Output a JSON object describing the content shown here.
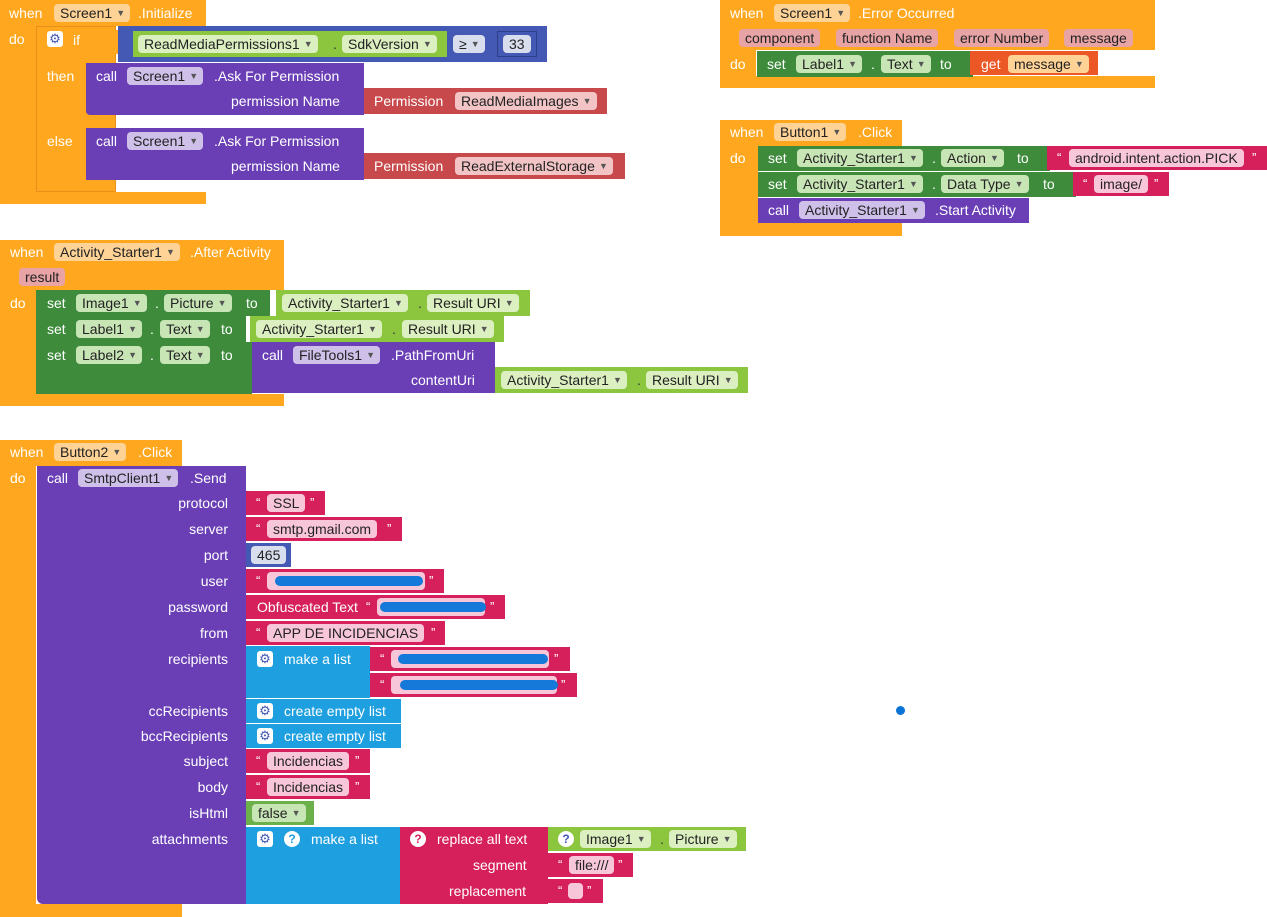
{
  "kw": {
    "when": "when",
    "do": "do",
    "if": "if",
    "then": "then",
    "else": "else",
    "call": "call",
    "set": "set",
    "to": "to",
    "get": "get",
    "result": "result",
    "dot": "."
  },
  "b1": {
    "component": "Screen1",
    "event": ".Initialize",
    "cond_component": "ReadMediaPermissions1",
    "cond_prop": "SdkVersion",
    "op": "≥",
    "num": "33",
    "then_component": "Screen1",
    "then_method": ".Ask For Permission",
    "then_param": "permission Name",
    "then_perm_label": "Permission",
    "then_perm": "ReadMediaImages",
    "else_component": "Screen1",
    "else_method": ".Ask For Permission",
    "else_param": "permission Name",
    "else_perm_label": "Permission",
    "else_perm": "ReadExternalStorage"
  },
  "b2": {
    "component": "Screen1",
    "event": ".Error Occurred",
    "params": [
      "component",
      "function Name",
      "error Number",
      "message"
    ],
    "set_component": "Label1",
    "set_prop": "Text",
    "get_var": "message"
  },
  "b3": {
    "component": "Button1",
    "event": ".Click",
    "rows": [
      {
        "component": "Activity_Starter1",
        "prop": "Action",
        "value": "android.intent.action.PICK"
      },
      {
        "component": "Activity_Starter1",
        "prop": "Data Type",
        "value": "image/"
      }
    ],
    "call_component": "Activity_Starter1",
    "call_method": ".Start Activity"
  },
  "b4": {
    "component": "Activity_Starter1",
    "event": ".After Activity",
    "param": "result",
    "r1": {
      "component": "Image1",
      "prop": "Picture",
      "src_component": "Activity_Starter1",
      "src_prop": "Result URI"
    },
    "r2": {
      "component": "Label1",
      "prop": "Text",
      "src_component": "Activity_Starter1",
      "src_prop": "Result URI"
    },
    "r3": {
      "component": "Label2",
      "prop": "Text",
      "call_component": "FileTools1",
      "call_method": ".PathFromUri",
      "param": "contentUri",
      "src_component": "Activity_Starter1",
      "src_prop": "Result URI"
    }
  },
  "b5": {
    "component": "Button2",
    "event": ".Click",
    "call_component": "SmtpClient1",
    "call_method": ".Send",
    "labels": {
      "protocol": "protocol",
      "server": "server",
      "port": "port",
      "user": "user",
      "password": "password",
      "from": "from",
      "recipients": "recipients",
      "cc": "ccRecipients",
      "bcc": "bccRecipients",
      "subject": "subject",
      "body": "body",
      "ishtml": "isHtml",
      "attachments": "attachments"
    },
    "protocol": "SSL",
    "server": "smtp.gmail.com",
    "port": "465",
    "obfuscated_label": "Obfuscated Text",
    "from": "APP DE INCIDENCIAS",
    "make_a_list": "make a list",
    "create_empty_list": "create empty list",
    "subject": "Incidencias",
    "body": "Incidencias",
    "ishtml": "false",
    "replace_all_text": "replace all text",
    "segment_label": "segment",
    "replacement_label": "replacement",
    "image_component": "Image1",
    "image_prop": "Picture",
    "segment": "file:///"
  },
  "colors": {
    "event": "#FFA71E",
    "control": "#4359B3",
    "setter": "#3E8B3C",
    "getter": "#8CC63F",
    "method": "#6A3FB5",
    "text": "#D6205B",
    "list": "#1E9FE0",
    "permission": "#C8494B"
  }
}
